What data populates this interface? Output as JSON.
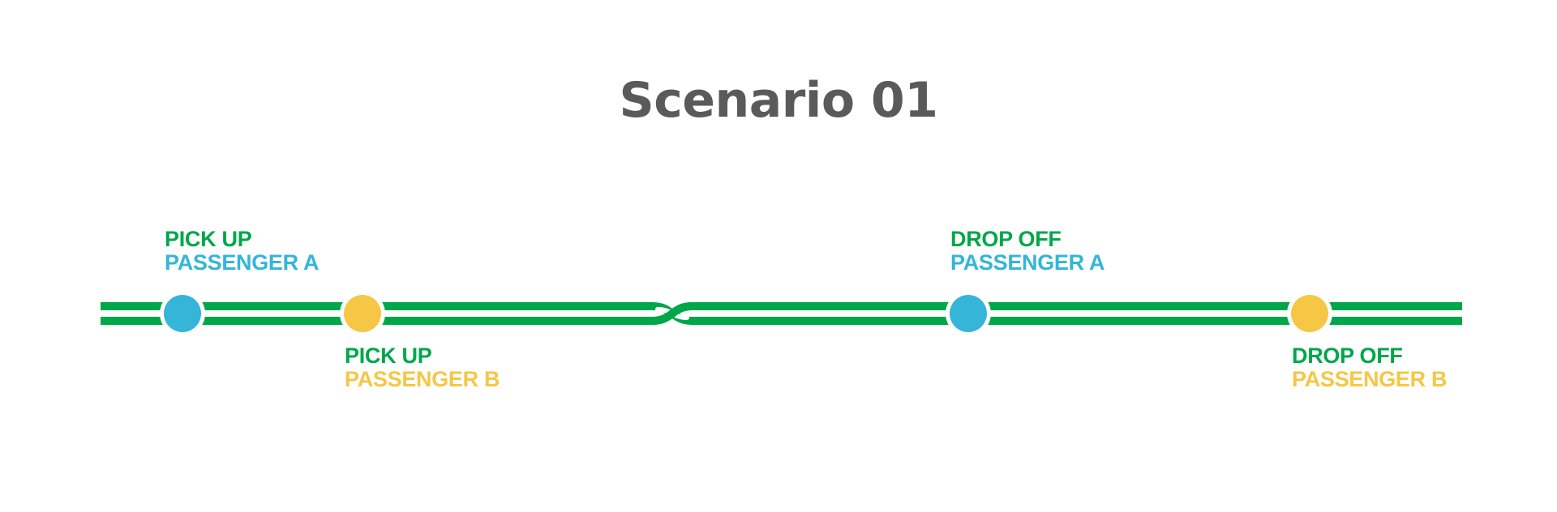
{
  "title": "Scenario 01",
  "colors": {
    "route": "#00a74a",
    "passenger_a": "#35b5d8",
    "passenger_b": "#f5c745",
    "title": "#5a5a5a",
    "background": "#ffffff"
  },
  "stops": [
    {
      "action": "PICK UP",
      "passenger": "PASSENGER A",
      "passenger_key": "passenger_a"
    },
    {
      "action": "PICK UP",
      "passenger": "PASSENGER B",
      "passenger_key": "passenger_b"
    },
    {
      "action": "DROP OFF",
      "passenger": "PASSENGER A",
      "passenger_key": "passenger_a"
    },
    {
      "action": "DROP OFF",
      "passenger": "PASSENGER B",
      "passenger_key": "passenger_b"
    }
  ]
}
